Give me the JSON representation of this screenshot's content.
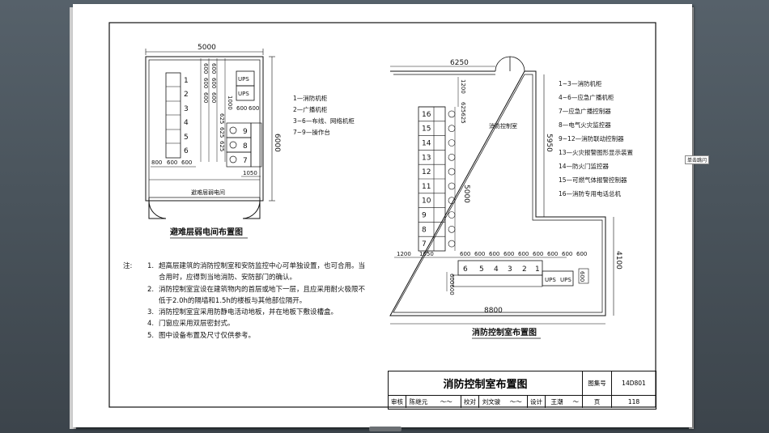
{
  "left_plan": {
    "dims": {
      "top": "5000",
      "right": "6000",
      "bottom_a": "800",
      "bottom_b": "600",
      "bottom_c": "600",
      "desk": "1050",
      "col_a": [
        "600",
        "600",
        "600"
      ],
      "col_b": [
        "600",
        "600",
        "600"
      ],
      "col_c": [
        "625",
        "625",
        "625"
      ],
      "col_d": [
        "1000"
      ],
      "ups_w": [
        "600",
        "600"
      ]
    },
    "cabinet_labels": [
      "1",
      "2",
      "3",
      "4",
      "5",
      "6"
    ],
    "desk_labels": [
      "7",
      "8",
      "9"
    ],
    "ups_labels": [
      "UPS",
      "UPS"
    ],
    "room_label": "避难层弱电间",
    "caption": "避难层弱电间布置图"
  },
  "left_legend": [
    "1—消防机柜",
    "2—广播机柜",
    "3~6—布线、网络机柜",
    "7~9—操作台"
  ],
  "right_plan": {
    "dims": {
      "top": "6250",
      "left_v": "1200",
      "left_v2": "625625",
      "mid_v": "5000",
      "right_v": "5950",
      "right_v2": "4100",
      "bottom": "8800",
      "bot_a": "1200",
      "bot_b": "1050",
      "bot_row": [
        "600",
        "600",
        "600",
        "600",
        "600",
        "600",
        "600",
        "600",
        "600"
      ],
      "bot_v": "600600",
      "bot_v2": "600"
    },
    "desk_labels": [
      "16",
      "15",
      "14",
      "13",
      "12",
      "11",
      "10",
      "9",
      "8",
      "7"
    ],
    "cabinet_labels": [
      "6",
      "5",
      "4",
      "3",
      "2",
      "1"
    ],
    "ups_labels": [
      "UPS",
      "UPS"
    ],
    "room_label": "消防控制室",
    "caption": "消防控制室布置图"
  },
  "right_legend": [
    "1~3—消防机柜",
    "4~6—应急广播机柜",
    "7—应急广播控制器",
    "8—电气火灾监控器",
    "9~12—消防联动控制器",
    "13—火灾报警图形显示装置",
    "14—防火门监控器",
    "15—可燃气体报警控制器",
    "16—消防专用电话总机"
  ],
  "notes": {
    "lead": "注:",
    "items": [
      {
        "num": "1.",
        "text": "超高层建筑的消防控制室和安防监控中心可单独设置，也可合用。当合用时，应得到当地消防、安防部门的确认。"
      },
      {
        "num": "2.",
        "text": "消防控制室宜设在建筑物内的首层或地下一层，且应采用耐火极限不低于2.0h的隔墙和1.5h的楼板与其他部位隔开。"
      },
      {
        "num": "3.",
        "text": "消防控制室宜采用防静电活动地板，并在地板下敷设槽盒。"
      },
      {
        "num": "4.",
        "text": "门窗应采用双层密封式。"
      },
      {
        "num": "5.",
        "text": "图中设备布置及尺寸仅供参考。"
      }
    ]
  },
  "title_block": {
    "title": "消防控制室布置图",
    "atlas_label": "图集号",
    "atlas_no": "14D801",
    "page_label": "页",
    "page_no": "118",
    "row": [
      "审核",
      "陈继元",
      "校对",
      "刘文骏",
      "设计",
      "王潮"
    ]
  },
  "callout": "单击跳闪"
}
